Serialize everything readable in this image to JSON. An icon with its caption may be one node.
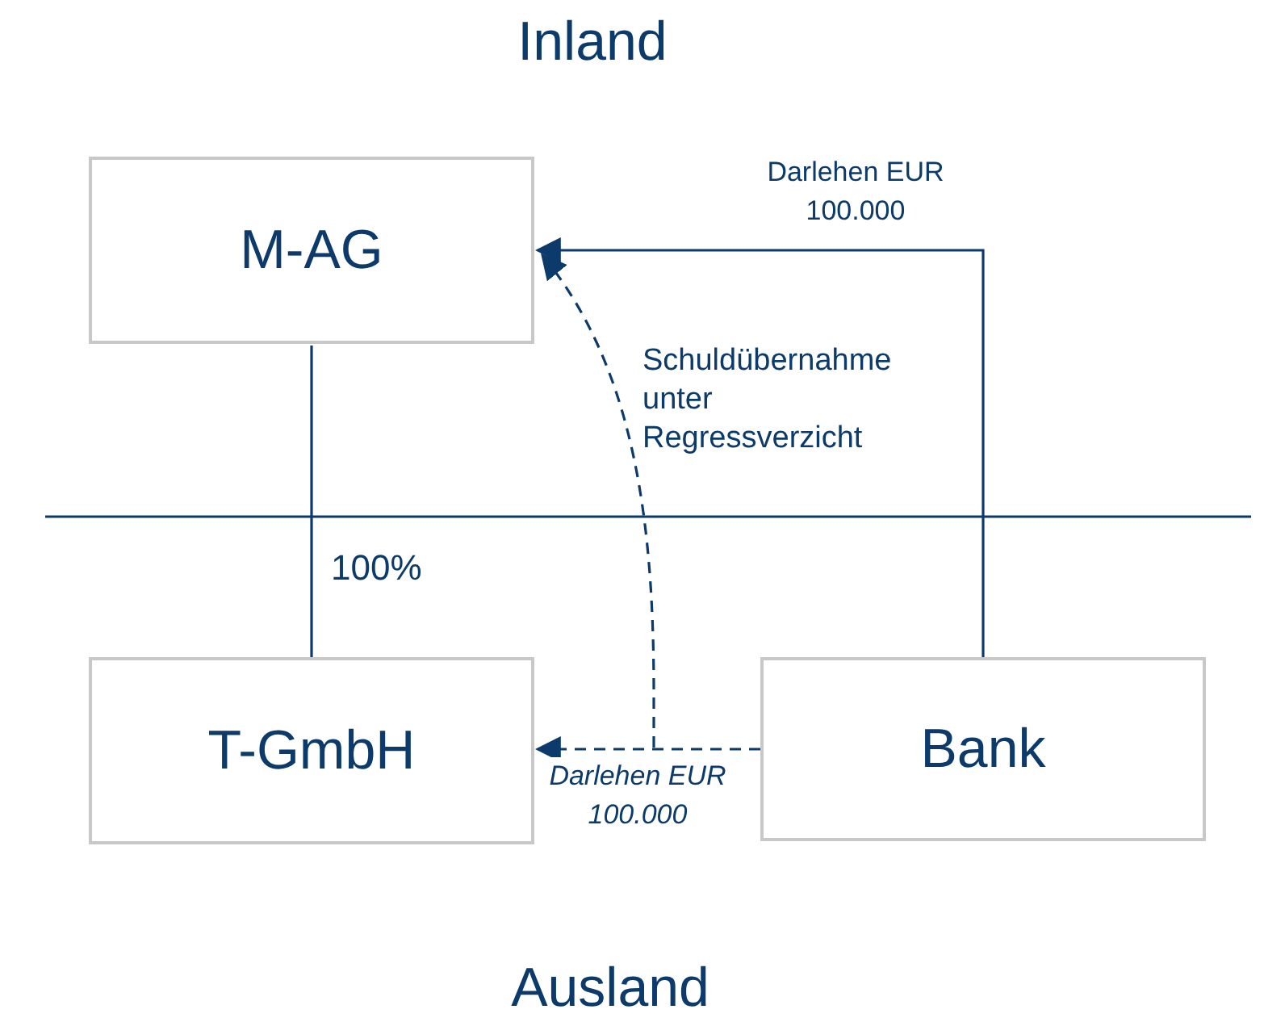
{
  "diagram": {
    "nodes": [
      {
        "text": [
          "M-AG"
        ]
      },
      {
        "text": [
          "T-GmbH"
        ]
      },
      {
        "text": [
          "Bank"
        ]
      }
    ],
    "edges": [
      {
        "from": 2,
        "to": 0,
        "arrow": "to",
        "label": "Darlehen EUR 100.000"
      },
      {
        "from": 2,
        "to": 1,
        "arrow": "to",
        "style": "dashed",
        "label": "Darlehen EUR 100.000"
      },
      {
        "from": null,
        "to": 0,
        "arrow": "to",
        "style": "dashed",
        "label": "Schuldübernahme unter Regressverzicht"
      },
      {
        "from": 0,
        "to": 1,
        "arrow": "none",
        "label": "100%"
      }
    ],
    "labels": [
      "Inland",
      "Ausland"
    ]
  }
}
